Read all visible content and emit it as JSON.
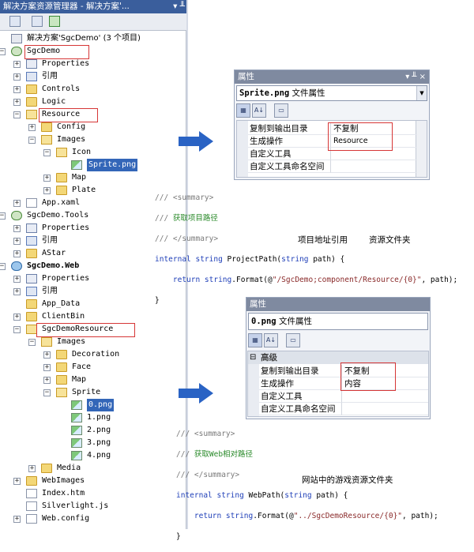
{
  "solution_explorer": {
    "title": "解决方案资源管理器 - 解决方案'...",
    "pin_glyph": "▾ ╨",
    "solution_label": "解决方案'SgcDemo' (3 个项目)",
    "items": [
      {
        "label": "SgcDemo",
        "icon": "silverlight-project-icon",
        "bold": false
      },
      {
        "label": "Properties",
        "icon": "properties-icon"
      },
      {
        "label": "引用",
        "icon": "references-icon"
      },
      {
        "label": "Controls",
        "icon": "folder-icon"
      },
      {
        "label": "Logic",
        "icon": "folder-icon"
      },
      {
        "label": "Resource",
        "icon": "folder-open-icon"
      },
      {
        "label": "Config",
        "icon": "folder-icon"
      },
      {
        "label": "Images",
        "icon": "folder-open-icon"
      },
      {
        "label": "Icon",
        "icon": "folder-open-icon"
      },
      {
        "label": "Sprite.png",
        "icon": "image-file-icon",
        "selected": true
      },
      {
        "label": "Map",
        "icon": "folder-icon"
      },
      {
        "label": "Plate",
        "icon": "folder-icon"
      },
      {
        "label": "App.xaml",
        "icon": "xaml-file-icon"
      },
      {
        "label": "SgcDemo.Tools",
        "icon": "project-icon"
      },
      {
        "label": "Properties",
        "icon": "properties-icon"
      },
      {
        "label": "引用",
        "icon": "references-icon"
      },
      {
        "label": "AStar",
        "icon": "folder-icon"
      },
      {
        "label": "SgcDemo.Web",
        "icon": "web-project-icon",
        "bold": true
      },
      {
        "label": "Properties",
        "icon": "properties-icon"
      },
      {
        "label": "引用",
        "icon": "references-icon"
      },
      {
        "label": "App_Data",
        "icon": "folder-icon"
      },
      {
        "label": "ClientBin",
        "icon": "folder-icon"
      },
      {
        "label": "SgcDemoResource",
        "icon": "folder-open-icon"
      },
      {
        "label": "Images",
        "icon": "folder-open-icon"
      },
      {
        "label": "Decoration",
        "icon": "folder-icon"
      },
      {
        "label": "Face",
        "icon": "folder-icon"
      },
      {
        "label": "Map",
        "icon": "folder-icon"
      },
      {
        "label": "Sprite",
        "icon": "folder-open-icon"
      },
      {
        "label": "0.png",
        "icon": "image-file-icon",
        "selected": true
      },
      {
        "label": "1.png",
        "icon": "image-file-icon"
      },
      {
        "label": "2.png",
        "icon": "image-file-icon"
      },
      {
        "label": "3.png",
        "icon": "image-file-icon"
      },
      {
        "label": "4.png",
        "icon": "image-file-icon"
      },
      {
        "label": "Media",
        "icon": "folder-icon"
      },
      {
        "label": "WebImages",
        "icon": "folder-icon"
      },
      {
        "label": "Index.htm",
        "icon": "html-file-icon"
      },
      {
        "label": "Silverlight.js",
        "icon": "js-file-icon"
      },
      {
        "label": "Web.config",
        "icon": "config-file-icon"
      }
    ]
  },
  "props1": {
    "title": "属性",
    "title_controls": "▾ ╨ ×",
    "object_prefix": "Sprite.png",
    "object_suffix": " 文件属性",
    "rows": [
      {
        "key": "复制到输出目录",
        "value": "不复制"
      },
      {
        "key": "生成操作",
        "value": "Resource"
      },
      {
        "key": "自定义工具",
        "value": ""
      },
      {
        "key": "自定义工具命名空间",
        "value": ""
      }
    ]
  },
  "props2": {
    "title": "属性",
    "title_controls": "▾ ╨ ×",
    "object_prefix": "0.png",
    "object_suffix": " 文件属性",
    "category": "高级",
    "rows": [
      {
        "key": "复制到输出目录",
        "value": "不复制"
      },
      {
        "key": "生成操作",
        "value": "内容"
      },
      {
        "key": "自定义工具",
        "value": ""
      },
      {
        "key": "自定义工具命名空间",
        "value": ""
      }
    ]
  },
  "code1": {
    "l1a": "/// ",
    "l1b": "<summary>",
    "l2a": "/// ",
    "l2b": "获取项目路径",
    "l3a": "/// ",
    "l3b": "</summary>",
    "l4kw": "internal string ",
    "l4tx": "ProjectPath(",
    "l4kw2": "string ",
    "l4tx2": "path) {",
    "l5kw": "return string",
    "l5tx": ".Format(@",
    "l5str": "\"/SgcDemo;component/Resource/{0}\"",
    "l5end": ", path);",
    "l6": "}",
    "caption1": "项目地址引用",
    "caption2": "资源文件夹"
  },
  "code2": {
    "l1a": "/// ",
    "l1b": "<summary>",
    "l2a": "/// ",
    "l2b": "获取Web相对路径",
    "l3a": "/// ",
    "l3b": "</summary>",
    "l4kw": "internal string ",
    "l4tx": "WebPath(",
    "l4kw2": "string ",
    "l4tx2": "path) {",
    "l5kw": "return string",
    "l5tx": ".Format(@",
    "l5str": "\"../SgcDemoResource/{0}\"",
    "l5end": ", path);",
    "l6": "}",
    "caption": "网站中的游戏资源文件夹"
  },
  "colors": {
    "accent": "#3366b8",
    "highlight_box": "#d63636",
    "arrow": "#2a63c4"
  }
}
